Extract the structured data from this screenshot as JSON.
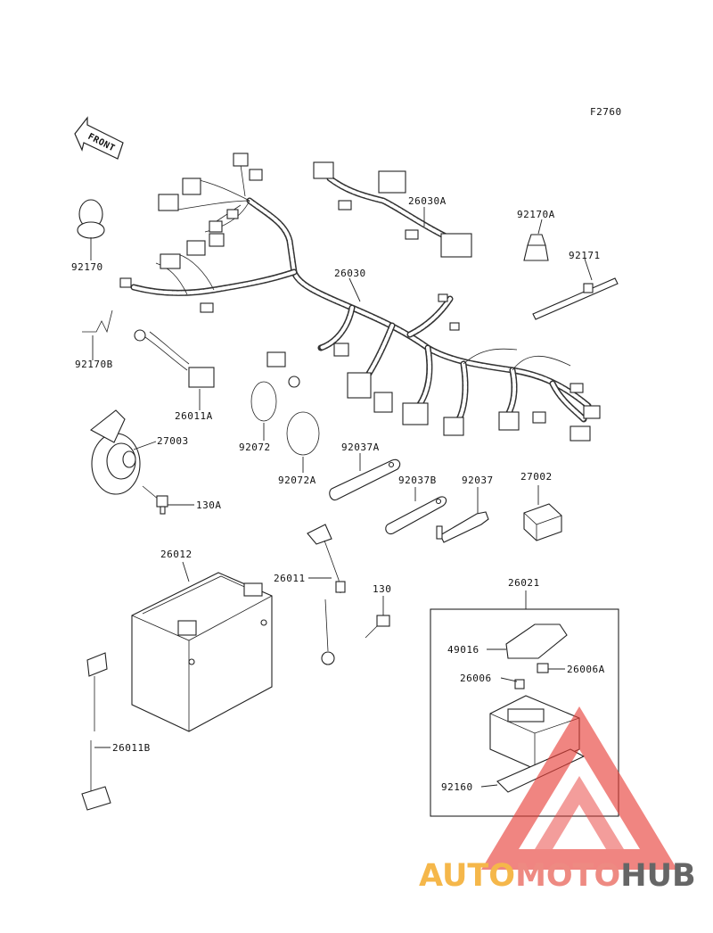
{
  "figure_code": "F2760",
  "front_label": "FRONT",
  "parts": [
    {
      "id": "p-26030A",
      "label": "26030A"
    },
    {
      "id": "p-92170A",
      "label": "92170A"
    },
    {
      "id": "p-92170",
      "label": "92170"
    },
    {
      "id": "p-92171",
      "label": "92171"
    },
    {
      "id": "p-26030",
      "label": "26030"
    },
    {
      "id": "p-92170B",
      "label": "92170B"
    },
    {
      "id": "p-26011A",
      "label": "26011A"
    },
    {
      "id": "p-27003",
      "label": "27003"
    },
    {
      "id": "p-92072",
      "label": "92072"
    },
    {
      "id": "p-92037A",
      "label": "92037A"
    },
    {
      "id": "p-92072A",
      "label": "92072A"
    },
    {
      "id": "p-92037B",
      "label": "92037B"
    },
    {
      "id": "p-92037",
      "label": "92037"
    },
    {
      "id": "p-27002",
      "label": "27002"
    },
    {
      "id": "p-130A",
      "label": "130A"
    },
    {
      "id": "p-26012",
      "label": "26012"
    },
    {
      "id": "p-26011",
      "label": "26011"
    },
    {
      "id": "p-130",
      "label": "130"
    },
    {
      "id": "p-26021",
      "label": "26021"
    },
    {
      "id": "p-49016",
      "label": "49016"
    },
    {
      "id": "p-26006",
      "label": "26006"
    },
    {
      "id": "p-26006A",
      "label": "26006A"
    },
    {
      "id": "p-26011B",
      "label": "26011B"
    },
    {
      "id": "p-92160",
      "label": "92160"
    }
  ],
  "watermark": {
    "part1": "AUTO",
    "part2": "MOTO",
    "part3": "HUB",
    "color1": "#f5b74a",
    "color2": "#ee8a82",
    "color3": "#666666",
    "triangle_color": "#e8403a"
  }
}
